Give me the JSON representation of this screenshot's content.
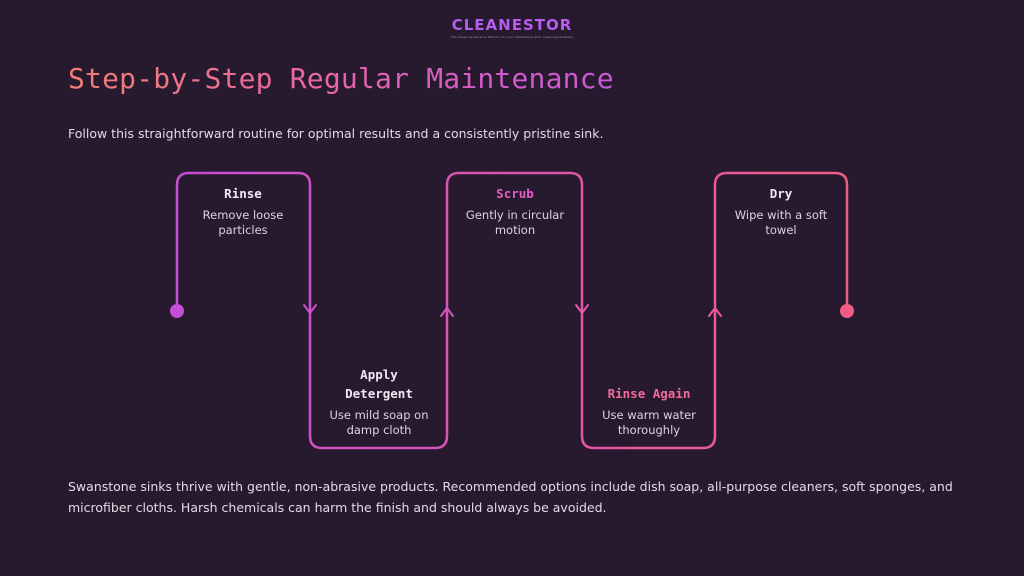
{
  "logo": {
    "name": "CLEANESTOR",
    "tagline": "The Cleaning Service Hub for all your Swanstone sink cleaning solutions"
  },
  "title": "Step-by-Step Regular Maintenance",
  "subtitle": "Follow this straightforward routine for optimal results and a consistently pristine sink.",
  "steps": [
    {
      "title": "Rinse",
      "description": "Remove loose particles",
      "title_color": "#f0e8f2"
    },
    {
      "title": "Apply Detergent",
      "description": "Use mild soap on damp cloth",
      "title_color": "#f0e8f2"
    },
    {
      "title": "Scrub",
      "description": "Gently in circular motion",
      "title_color": "#e35ec2"
    },
    {
      "title": "Rinse Again",
      "description": "Use warm water thoroughly",
      "title_color": "#f06a9c"
    },
    {
      "title": "Dry",
      "description": "Wipe with a soft towel",
      "title_color": "#f0e8f2"
    }
  ],
  "colors": {
    "background": "#271a2e",
    "path_start": "#c54ed8",
    "path_end": "#f25c84"
  },
  "footer": "Swanstone sinks thrive with gentle, non-abrasive products. Recommended options include dish soap, all-purpose cleaners, soft sponges, and microfiber cloths. Harsh chemicals can harm the finish and should always be avoided."
}
